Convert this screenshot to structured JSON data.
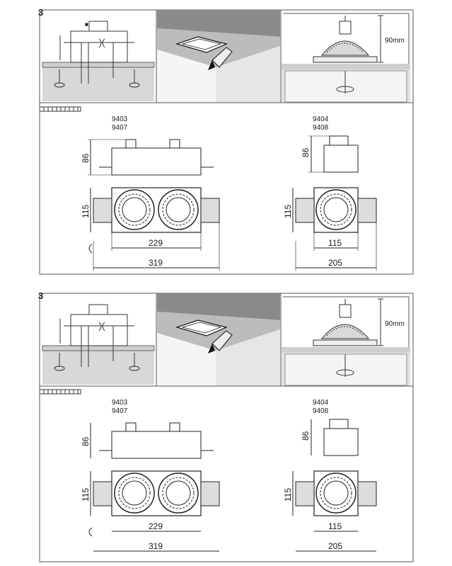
{
  "sheets": [
    {
      "step_number": "3",
      "height_label": "90mm",
      "left_model_a": "9403",
      "left_model_b": "9407",
      "right_model_a": "9404",
      "right_model_b": "9408",
      "dim_height_left": "86",
      "dim_height_right": "86",
      "dim_width_left": "115",
      "dim_width_right": "115",
      "dim_229": "229",
      "dim_319": "319",
      "dim_115_bottom": "115",
      "dim_205": "205"
    },
    {
      "step_number": "3",
      "height_label": "90mm",
      "left_model_a": "9403",
      "left_model_b": "9407",
      "right_model_a": "9404",
      "right_model_b": "9408",
      "dim_height_left": "86",
      "dim_height_right": "86",
      "dim_width_left": "115",
      "dim_width_right": "115",
      "dim_229": "229",
      "dim_319": "319",
      "dim_115_bottom": "115",
      "dim_205": "205"
    }
  ]
}
